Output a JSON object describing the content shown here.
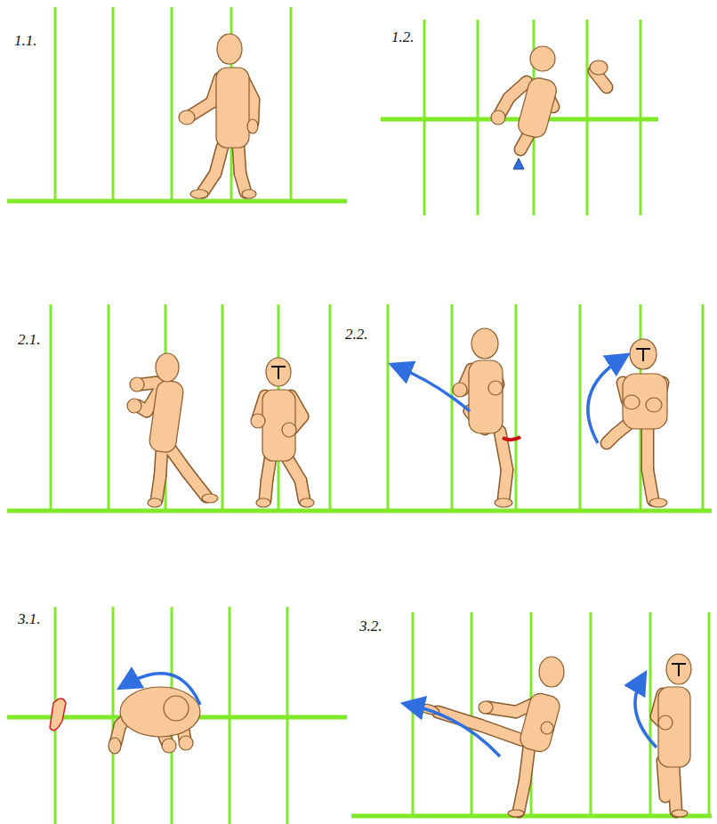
{
  "diagram": {
    "labels": [
      "1.1.",
      "1.2.",
      "2.1.",
      "2.2.",
      "3.1.",
      "3.2."
    ]
  }
}
